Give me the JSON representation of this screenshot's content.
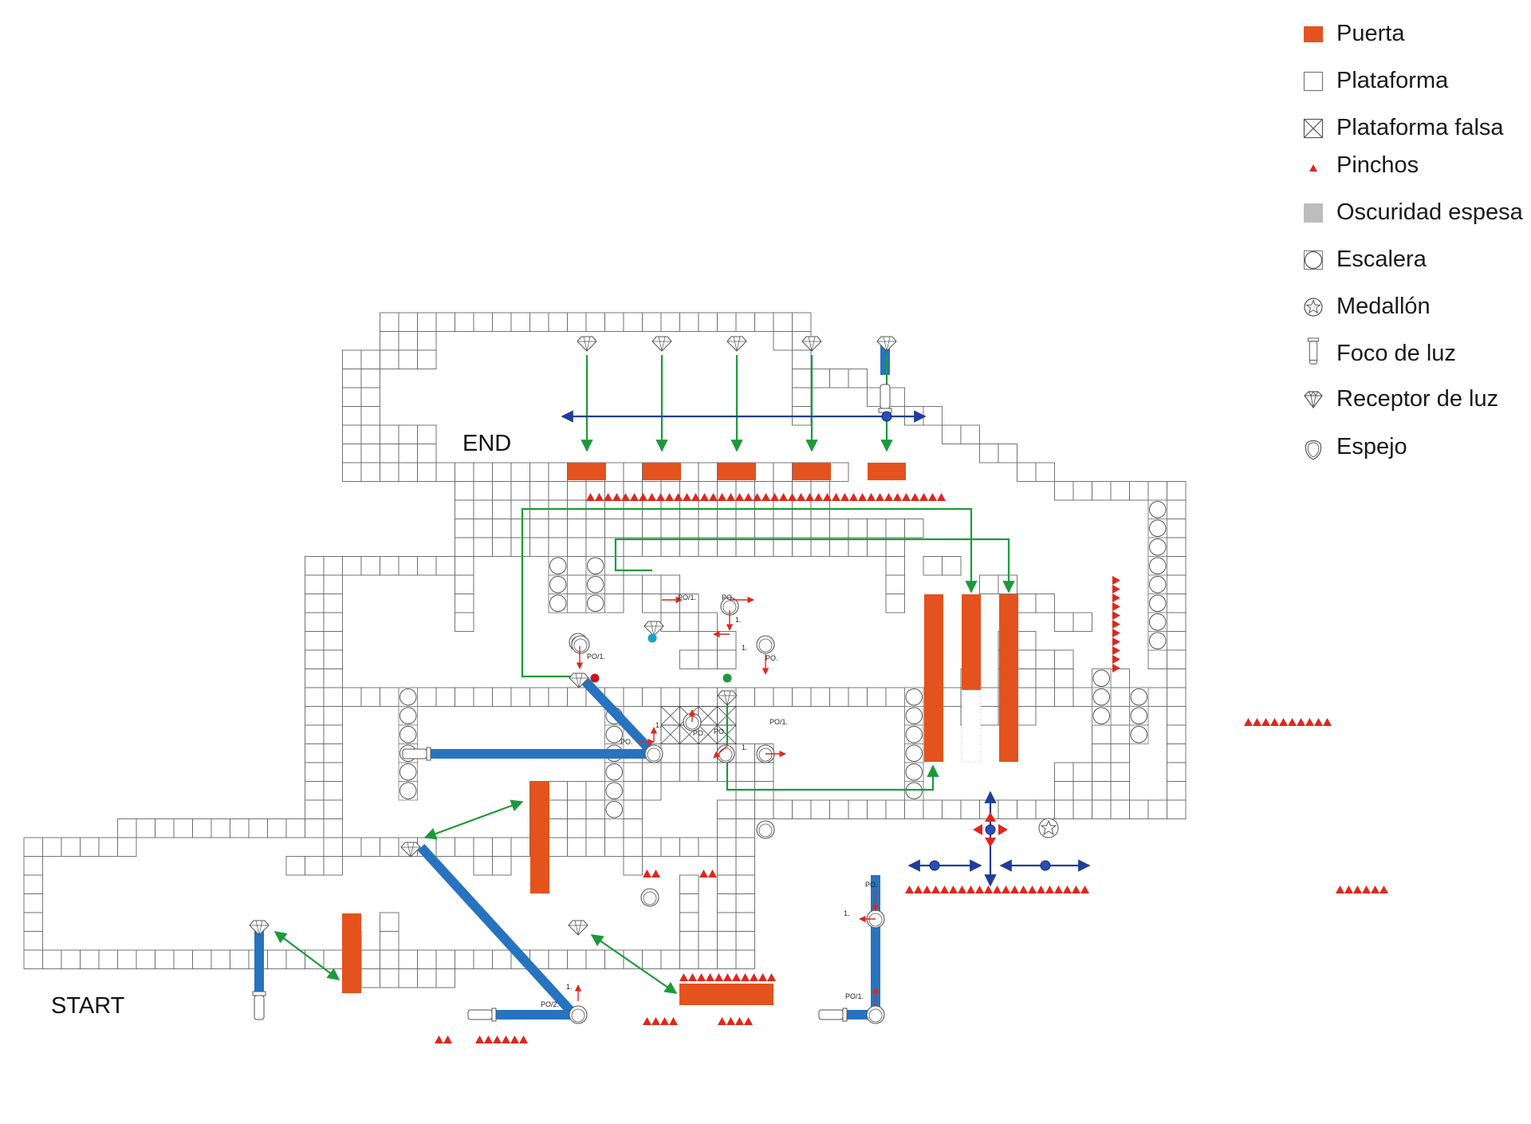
{
  "legend": {
    "items": [
      {
        "id": "puerta",
        "label": "Puerta",
        "icon": "door-swatch-icon"
      },
      {
        "id": "plataforma",
        "label": "Plataforma",
        "icon": "platform-swatch-icon"
      },
      {
        "id": "plataforma-falsa",
        "label": "Plataforma falsa",
        "icon": "fake-platform-icon"
      },
      {
        "id": "pinchos",
        "label": "Pinchos",
        "icon": "spike-icon"
      },
      {
        "id": "oscuridad",
        "label": "Oscuridad espesa",
        "icon": "darkness-swatch-icon"
      },
      {
        "id": "escalera",
        "label": "Escalera",
        "icon": "ladder-icon"
      },
      {
        "id": "medallon",
        "label": "Medallón",
        "icon": "medallion-icon"
      },
      {
        "id": "foco",
        "label": "Foco de luz",
        "icon": "spotlight-icon"
      },
      {
        "id": "receptor",
        "label": "Receptor de luz",
        "icon": "light-receiver-icon"
      },
      {
        "id": "espejo",
        "label": "Espejo",
        "icon": "mirror-icon"
      }
    ]
  },
  "map": {
    "start_label": "START",
    "end_label": "END",
    "annotations": {
      "po1": "PO/1.",
      "po2": "PO/2.",
      "po": "PO.",
      "one": "1."
    }
  },
  "colors": {
    "door": "#e4521d",
    "platform_stroke": "#666666",
    "spike": "#e1261c",
    "darkness": "#bdbdbd",
    "light_beam": "#2773c0",
    "link_arrow": "#1c9a3a",
    "move_arrow": "#1e3e9a",
    "switch_red": "#c0181e",
    "switch_green": "#1c9a3a",
    "switch_cyan": "#1aa0c8"
  }
}
